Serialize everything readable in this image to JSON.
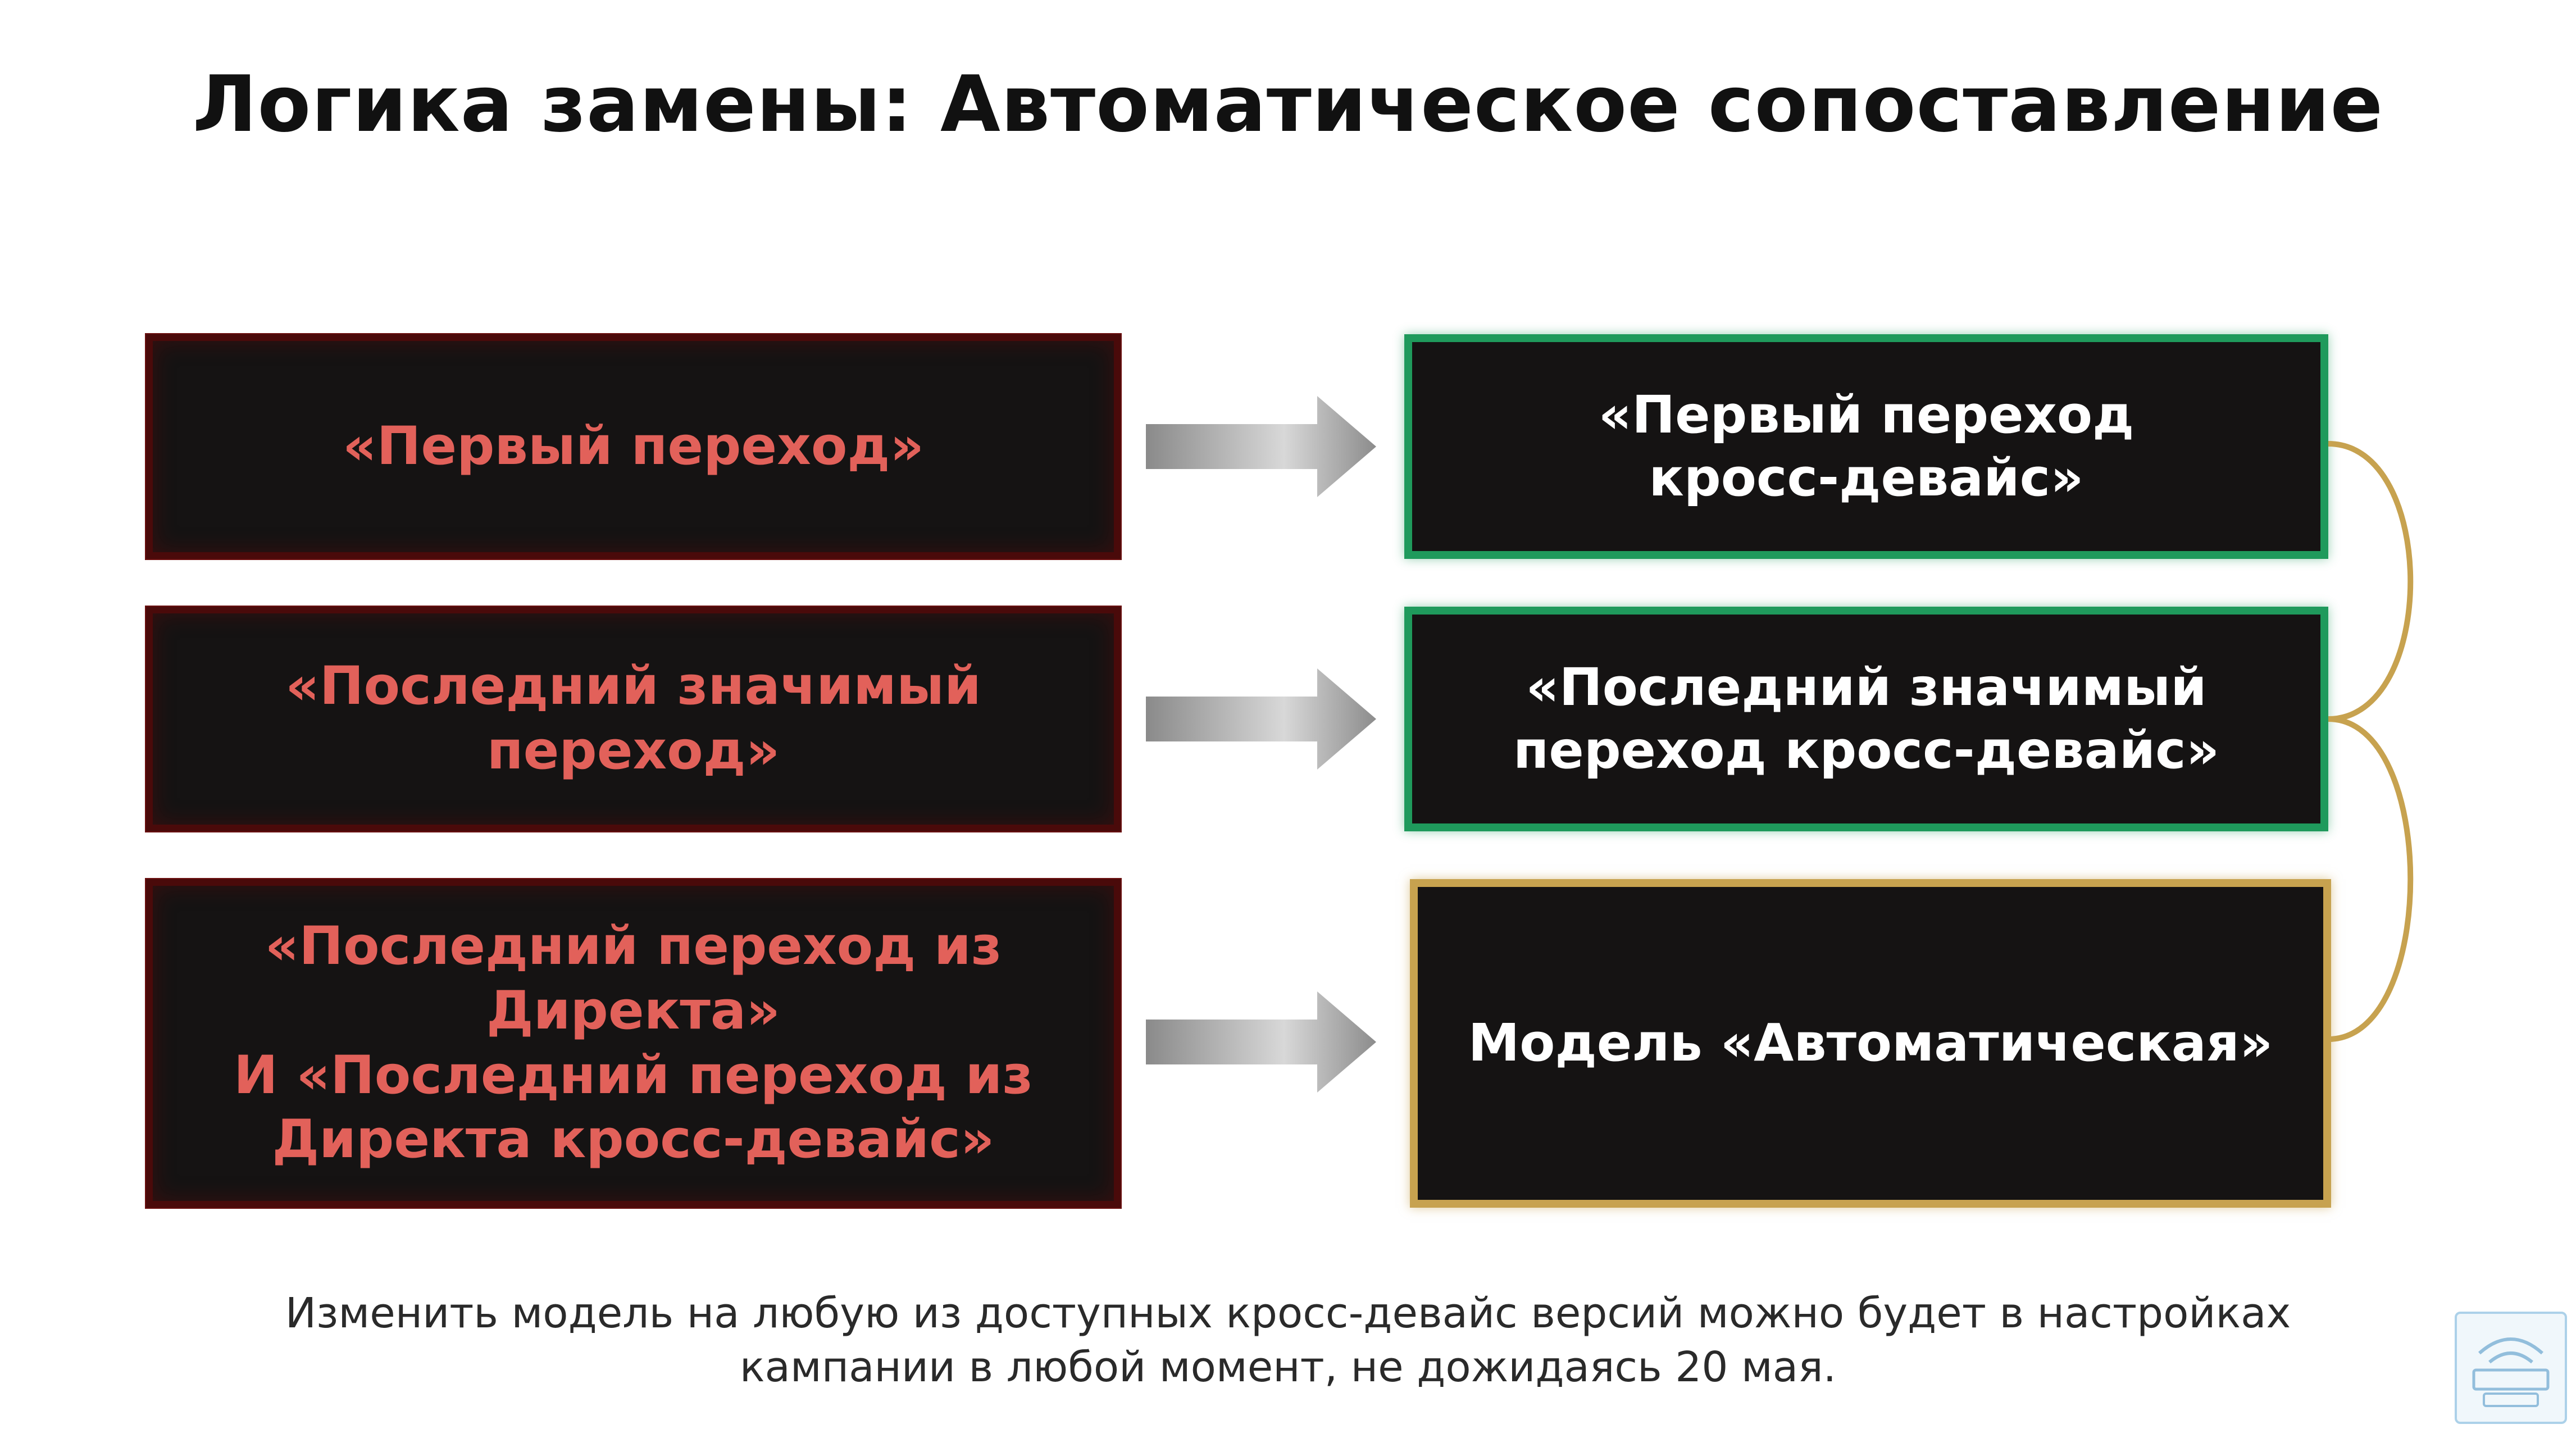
{
  "title": "Логика замены: Автоматическое сопоставление",
  "left_boxes": [
    {
      "label": "«Первый переход»"
    },
    {
      "label": "«Последний значимый\nпереход»"
    },
    {
      "label": "«Последний переход из\nДиректа»\nИ «Последний переход из\nДиректа кросс-девайс»"
    }
  ],
  "right_boxes": [
    {
      "label": "«Первый переход\nкросс-девайс»"
    },
    {
      "label": "«Последний значимый\nпереход кросс-девайс»"
    },
    {
      "label": "Модель «Автоматическая»"
    }
  ],
  "note": "Изменить модель на любую из доступных кросс-девайс версий можно будет в настройках\nкампании в любой момент, не дожидаясь 20 мая.",
  "logo": {
    "icon": "wifi-logo-icon"
  },
  "colors": {
    "old_text": "#e2615a",
    "old_border": "#4a0a0a",
    "new_border": "#1f9a5c",
    "auto_border": "#c7a24f",
    "box_fill": "#151313",
    "arrow": "#9a9a9a"
  }
}
